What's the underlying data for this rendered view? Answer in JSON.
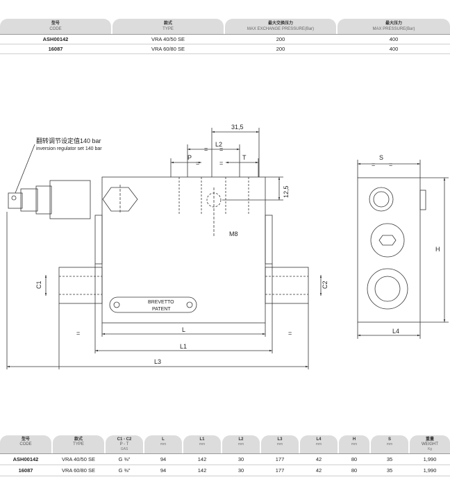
{
  "top_table": {
    "headers": [
      {
        "cn": "型号",
        "en": "CODE"
      },
      {
        "cn": "款式",
        "en": "TYPE"
      },
      {
        "cn": "最大交换压力",
        "en": "MAX EXCHANGE PRESSURE(Bar)"
      },
      {
        "cn": "最大压力",
        "en": "MAX PRESSURE(Bar)"
      }
    ],
    "rows": [
      [
        "ASH00142",
        "VRA 40/50 SE",
        "200",
        "400"
      ],
      [
        "16087",
        "VRA 60/80 SE",
        "200",
        "400"
      ]
    ]
  },
  "drawing": {
    "callout_cn": "翻转调节设定值140 bar",
    "callout_en": "inversion regulator set 140 bar",
    "dim_31_5": "31,5",
    "dim_L2": "L2",
    "dim_P": "P",
    "dim_T": "T",
    "dim_12_5": "12,5",
    "dim_M8": "M8",
    "dim_C1": "C1",
    "dim_C2": "C2",
    "dim_L": "L",
    "dim_L1": "L1",
    "dim_L3": "L3",
    "dim_S": "S",
    "dim_H": "H",
    "dim_L4": "L4",
    "patent_line1": "BREVETTO",
    "patent_line2": "PATENT",
    "eq_mark": "="
  },
  "bottom_table": {
    "headers": [
      {
        "cn": "型号",
        "sub": "CODE",
        "unit": ""
      },
      {
        "cn": "款式",
        "sub": "TYPE",
        "unit": ""
      },
      {
        "cn": "C1 - C2",
        "sub": "P - T",
        "unit": "GAS"
      },
      {
        "cn": "L",
        "sub": "",
        "unit": "mm"
      },
      {
        "cn": "L1",
        "sub": "",
        "unit": "mm"
      },
      {
        "cn": "L2",
        "sub": "",
        "unit": "mm"
      },
      {
        "cn": "L3",
        "sub": "",
        "unit": "mm"
      },
      {
        "cn": "L4",
        "sub": "",
        "unit": "mm"
      },
      {
        "cn": "H",
        "sub": "",
        "unit": "mm"
      },
      {
        "cn": "S",
        "sub": "",
        "unit": "mm"
      },
      {
        "cn": "重量",
        "sub": "WEIGHT",
        "unit": "Kg"
      }
    ],
    "rows": [
      [
        "ASH00142",
        "VRA 40/50 SE",
        "G ⅜\"",
        "94",
        "142",
        "30",
        "177",
        "42",
        "80",
        "35",
        "1,990"
      ],
      [
        "16087",
        "VRA 60/80 SE",
        "G ⅜\"",
        "94",
        "142",
        "30",
        "177",
        "42",
        "80",
        "35",
        "1,990"
      ]
    ]
  }
}
